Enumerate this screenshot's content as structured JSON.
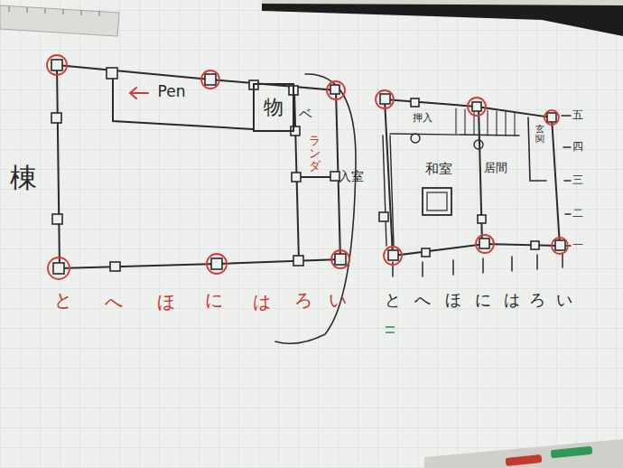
{
  "diagram": {
    "nodes": [
      {
        "text": [
          "物"
        ]
      }
    ],
    "labels": [
      "棟",
      "Pen",
      "ベ",
      "ランダ",
      "入室",
      "と",
      "へ",
      "ほ",
      "に",
      "は",
      "ろ",
      "い",
      "押入",
      "和室",
      "居間",
      "玄関",
      "五",
      "四",
      "三",
      "二",
      "一",
      "と",
      "へ",
      "ほ",
      "に",
      "は",
      "ろ",
      "い"
    ]
  }
}
